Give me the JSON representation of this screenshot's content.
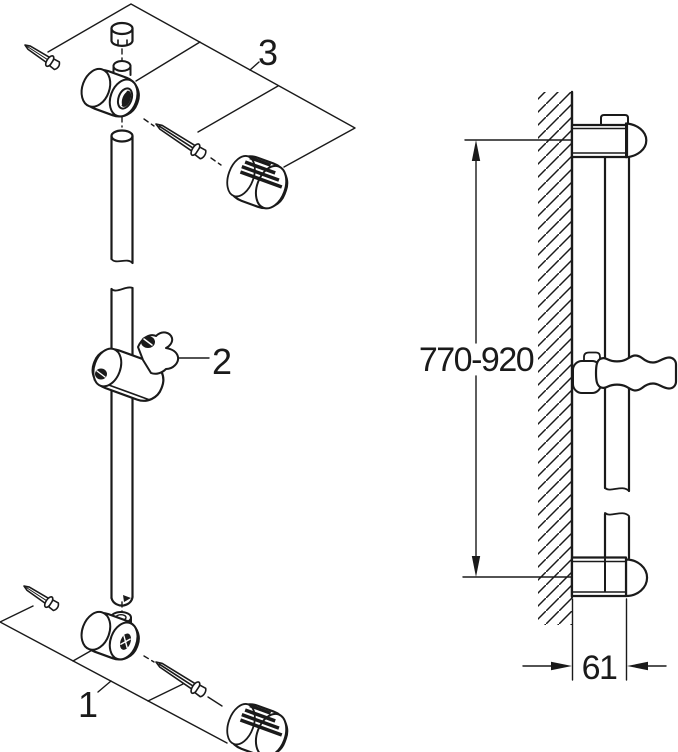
{
  "drawing": {
    "type": "shower-rail installation / exploded parts diagram",
    "part_labels": {
      "part1": "1",
      "part2": "2",
      "part3": "3"
    },
    "dimensions": {
      "height_range": "770-920",
      "depth": "61"
    },
    "colors": {
      "line": "#1a1a1a",
      "background": "#ffffff"
    }
  }
}
